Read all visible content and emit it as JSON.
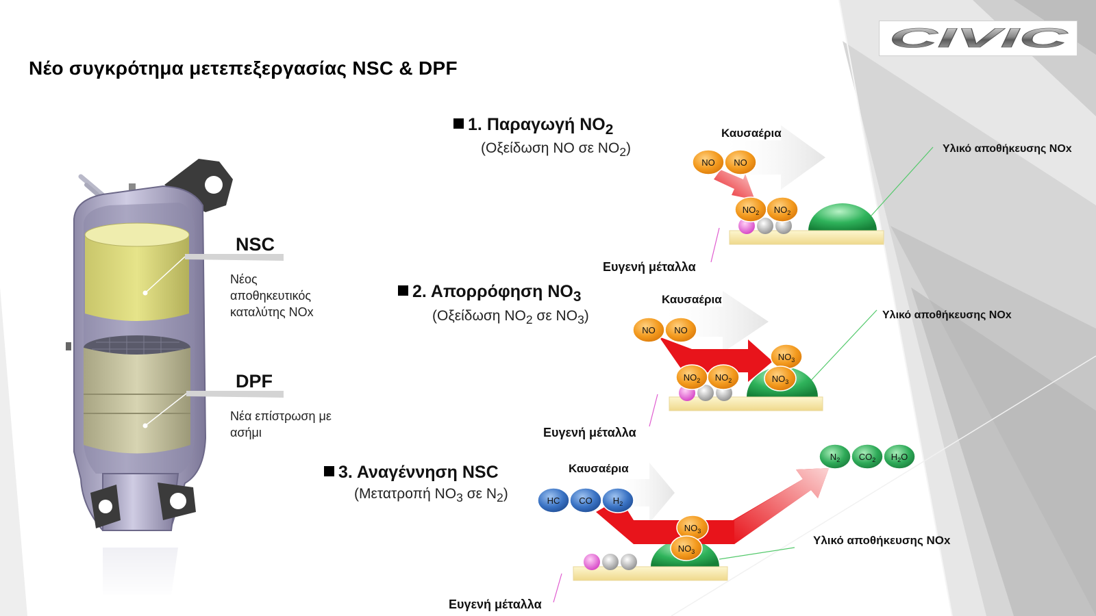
{
  "title": "Νέο συγκρότημα μετεπεξεργασίας  NSC & DPF",
  "logo": {
    "text": "CIVIC"
  },
  "parts": {
    "nsc": {
      "label": "NSC",
      "desc_lines": [
        "Νέος",
        "αποθηκευτικός",
        "καταλύτης NOx"
      ]
    },
    "dpf": {
      "label": "DPF",
      "desc_lines": [
        "Νέα επίστρωση με",
        "ασήμι"
      ]
    }
  },
  "steps": [
    {
      "number": "1.",
      "title": "Παραγωγή NO",
      "title_sub": "2",
      "sub": {
        "prefix": "(Οξείδωση NO σε NO",
        "sub": "2",
        "suffix": ")"
      },
      "exhaust_label": "Καυσαέρια",
      "storage_label": "Υλικό αποθήκευσης NOx",
      "metal_label": "Ευγενή μέταλλα",
      "molecules_in": [
        {
          "text": "NO",
          "sub": ""
        },
        {
          "text": "NO",
          "sub": ""
        }
      ],
      "molecules_out": [
        {
          "text": "NO",
          "sub": "2"
        },
        {
          "text": "NO",
          "sub": "2"
        }
      ]
    },
    {
      "number": "2.",
      "title": "Απορρόφηση NO",
      "title_sub": "3",
      "sub": {
        "prefix": "(Οξείδωση NO",
        "sub": "2",
        "mid": " σε NO",
        "sub2": "3",
        "suffix": ")"
      },
      "exhaust_label": "Καυσαέρια",
      "storage_label": "Υλικό αποθήκευσης NOx",
      "metal_label": "Ευγενή μέταλλα",
      "molecules_in": [
        {
          "text": "NO",
          "sub": ""
        },
        {
          "text": "NO",
          "sub": ""
        }
      ],
      "molecules_mid": [
        {
          "text": "NO",
          "sub": "2"
        },
        {
          "text": "NO",
          "sub": "2"
        }
      ],
      "molecules_stored": [
        {
          "text": "NO",
          "sub": "3"
        },
        {
          "text": "NO",
          "sub": "3"
        }
      ]
    },
    {
      "number": "3.",
      "title": "Αναγέννηση NSC",
      "title_sub": "",
      "sub": {
        "prefix": "(Μετατροπή NO",
        "sub": "3",
        "mid": " σε N",
        "sub2": "2",
        "suffix": ")"
      },
      "exhaust_label": "Καυσαέρια",
      "storage_label": "Υλικό αποθήκευσης NOx",
      "metal_label": "Ευγενή μέταλλα",
      "molecules_reductants": [
        {
          "text": "HC",
          "sub": ""
        },
        {
          "text": "CO",
          "sub": ""
        },
        {
          "text": "H",
          "sub": "2"
        }
      ],
      "molecules_stored": [
        {
          "text": "NO",
          "sub": "3"
        },
        {
          "text": "NO",
          "sub": "3"
        }
      ],
      "molecules_out": [
        {
          "text": "N",
          "sub": "2",
          "suffix": ""
        },
        {
          "text": "CO",
          "sub": "2",
          "suffix": ""
        },
        {
          "text": "H",
          "sub": "2",
          "suffix": "O"
        }
      ]
    }
  ],
  "colors": {
    "orange": "#f39a1e",
    "blue": "#3a73c4",
    "green": "#2eaa58",
    "red": "#e8141b",
    "pink": "#e05bd0",
    "gray": "#c9c9c9",
    "base": "#f7e9a6"
  }
}
